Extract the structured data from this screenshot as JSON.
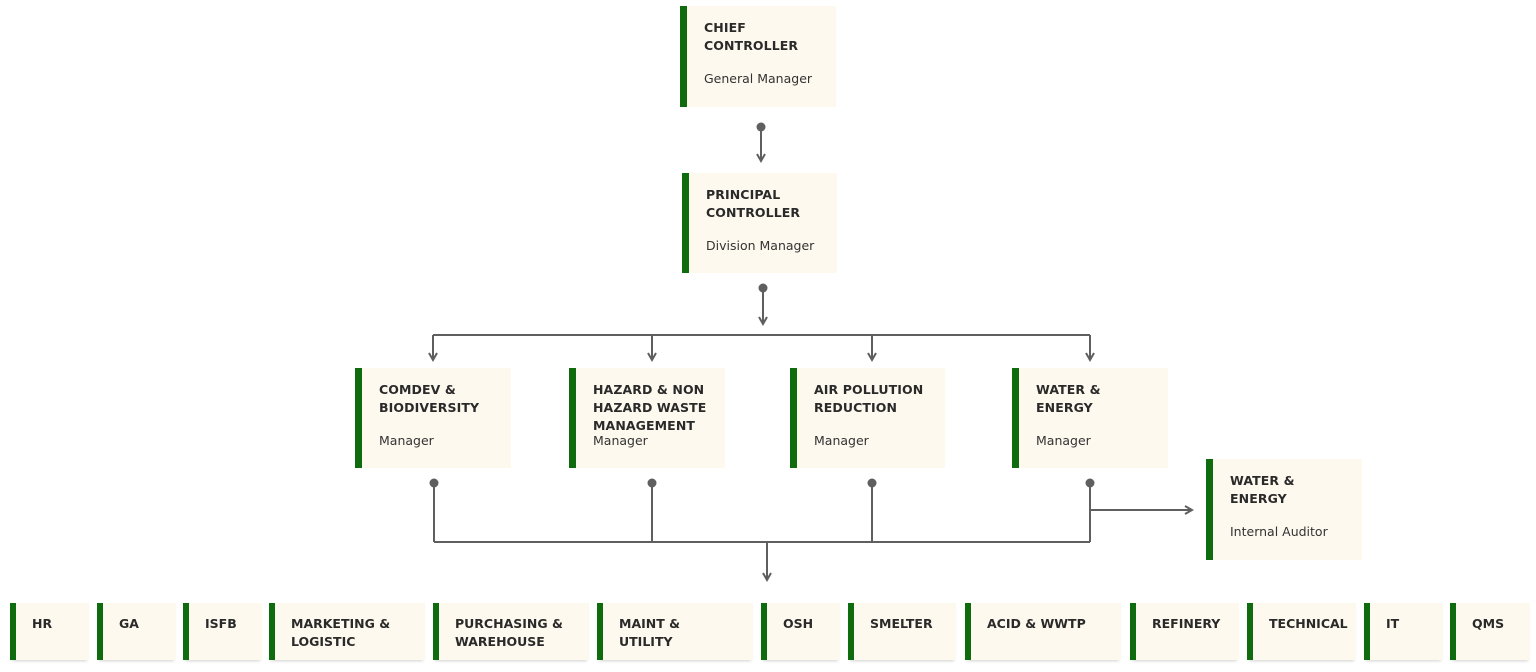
{
  "nodes": {
    "chief": {
      "title": "CHIEF\nCONTROLLER",
      "role": "General Manager"
    },
    "principal": {
      "title": "PRINCIPAL\nCONTROLLER",
      "role": "Division Manager"
    },
    "comdev": {
      "title": "COMDEV &\nBIODIVERSITY",
      "role": "Manager"
    },
    "hazard": {
      "title": "HAZARD & NON\nHAZARD WASTE\nMANAGEMENT",
      "role": "Manager"
    },
    "air": {
      "title": "AIR POLLUTION\nREDUCTION",
      "role": "Manager"
    },
    "water": {
      "title": "WATER &\nENERGY",
      "role": "Manager"
    },
    "auditor": {
      "title": "WATER &\nENERGY",
      "role": "Internal Auditor"
    }
  },
  "departments": [
    "HR",
    "GA",
    "ISFB",
    "MARKETING &\nLOGISTIC",
    "PURCHASING &\nWAREHOUSE",
    "MAINT &\nUTILITY",
    "OSH",
    "SMELTER",
    "ACID & WWTP",
    "REFINERY",
    "TECHNICAL",
    "IT",
    "QMS"
  ],
  "colors": {
    "accent": "#0e6b0e",
    "box_bg": "#fdf9ee",
    "line": "#5f5f5f"
  }
}
